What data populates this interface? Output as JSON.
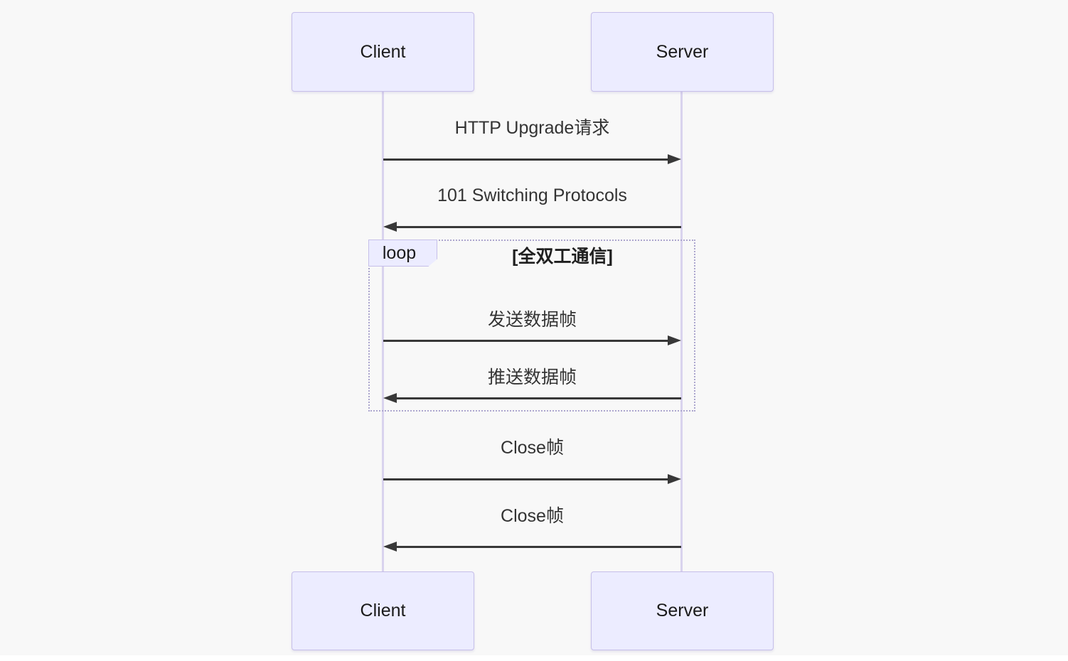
{
  "diagram": {
    "type": "sequence",
    "actors": {
      "client_top": "Client",
      "server_top": "Server",
      "client_bottom": "Client",
      "server_bottom": "Server"
    },
    "loop": {
      "label": "loop",
      "condition": "[全双工通信]"
    },
    "messages": [
      {
        "label": "HTTP Upgrade请求",
        "from": "Client",
        "to": "Server",
        "direction": "right"
      },
      {
        "label": "101 Switching Protocols",
        "from": "Server",
        "to": "Client",
        "direction": "left"
      },
      {
        "label": "发送数据帧",
        "from": "Client",
        "to": "Server",
        "direction": "right",
        "in_loop": true
      },
      {
        "label": "推送数据帧",
        "from": "Server",
        "to": "Client",
        "direction": "left",
        "in_loop": true
      },
      {
        "label": "Close帧",
        "from": "Client",
        "to": "Server",
        "direction": "right"
      },
      {
        "label": "Close帧",
        "from": "Server",
        "to": "Client",
        "direction": "left"
      }
    ],
    "colors": {
      "background": "#f8f8f8",
      "actor_fill": "#ECECFF",
      "actor_border": "#c6bfe9",
      "lifeline": "#d9d3ee",
      "arrow": "#383838",
      "text": "#333333",
      "loop_border": "#aca6ce"
    }
  }
}
